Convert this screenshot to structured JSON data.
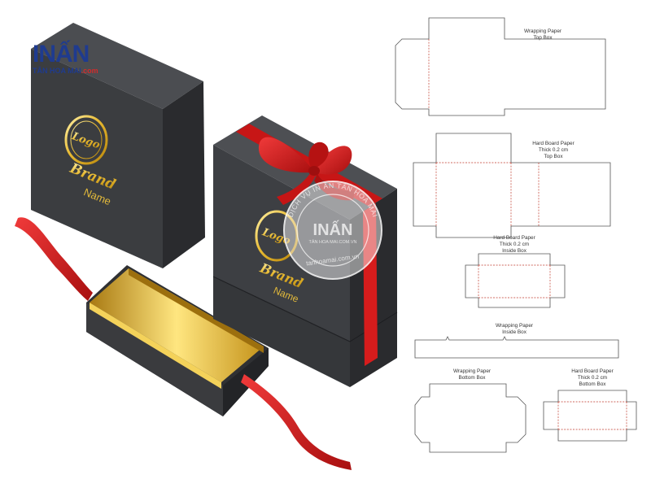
{
  "logo": {
    "main_text": "INẤN",
    "sub_text": "TÂN HOA MAI",
    "sub_suffix": ".com"
  },
  "box_print": {
    "logo_text": "Logo",
    "brand_line1": "Brand",
    "brand_line2": "Name"
  },
  "watermark": {
    "ring_text": "DỊCH VỤ IN ẤN TÂN HOA MAI",
    "center_text": "INẤN",
    "center_sub": "TÂN HOA MAI.COM.VN",
    "url_text": "tanhoamai.com.vn"
  },
  "dielines": {
    "top_wrap": [
      "Wrapping Paper",
      "Top Box"
    ],
    "top_board": [
      "Hard Board Paper",
      "Thick 0.2 cm",
      "Top Box"
    ],
    "inside_board": [
      "Hard Board Paper",
      "Thick 0.2 cm",
      "Inside Box"
    ],
    "inside_wrap": [
      "Wrapping Paper",
      "Inside Box"
    ],
    "bottom_wrap": [
      "Wrapping Paper",
      "Bottom Box"
    ],
    "bottom_board": [
      "Hard Board Paper",
      "Thick 0.2 cm",
      "Bottom Box"
    ]
  },
  "colors": {
    "box_front": "#3b3d40",
    "box_side": "#2b2c2f",
    "box_top": "#4a4c50",
    "gold": "#d9a521",
    "ribbon": "#d81d1d",
    "logo_blue": "#1f3b8f",
    "logo_red": "#d22b2b"
  }
}
